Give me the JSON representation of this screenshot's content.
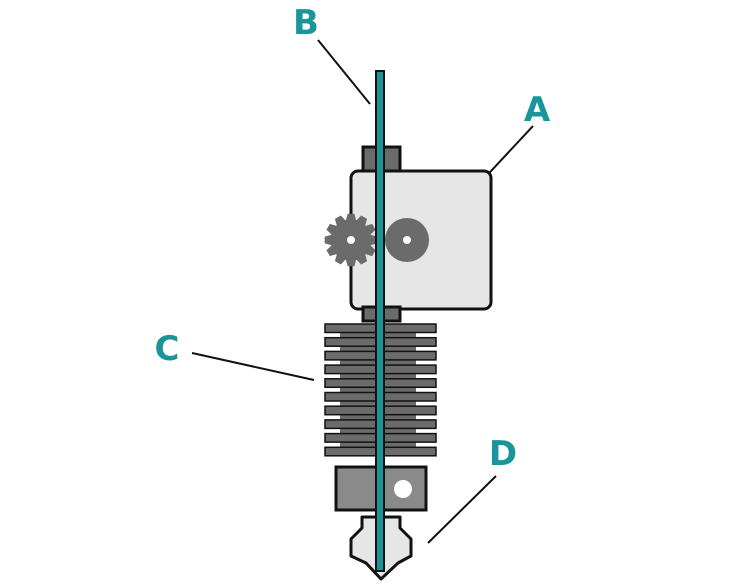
{
  "labels": {
    "a": "A",
    "b": "B",
    "c": "C",
    "d": "D"
  },
  "colors": {
    "accent": "#1a9599",
    "outline": "#111111",
    "body_fill": "#e6e6e6",
    "dark_part": "#6b6b6b",
    "mid_part": "#8a8a8a",
    "background": "#ffffff"
  },
  "heatsink": {
    "fin_count": 10
  }
}
